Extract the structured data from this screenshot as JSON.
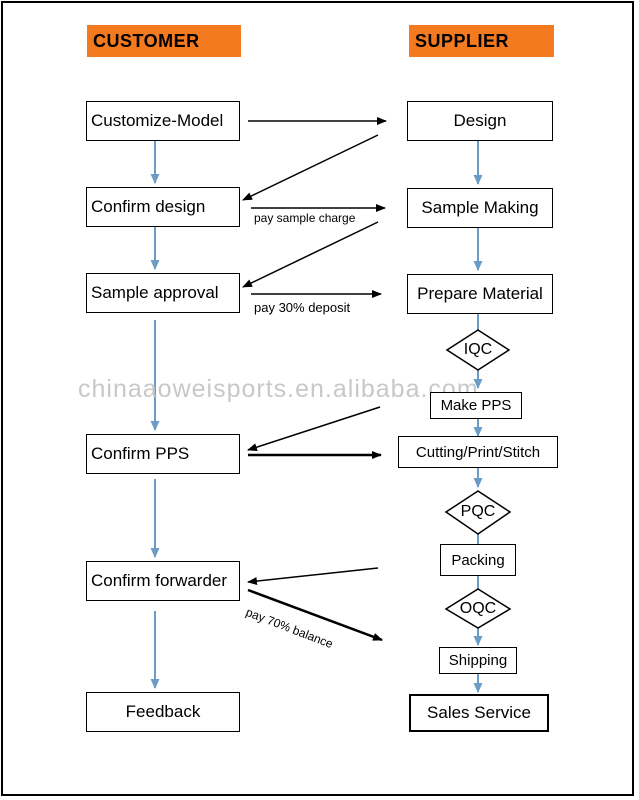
{
  "headers": {
    "customer": "CUSTOMER",
    "supplier": "SUPPLIER"
  },
  "customer_steps": {
    "customize": "Customize-Model",
    "confirm_design": "Confirm design",
    "sample_approval": "Sample approval",
    "confirm_pps": "Confirm PPS",
    "confirm_forwarder": "Confirm forwarder",
    "feedback": "Feedback"
  },
  "supplier_steps": {
    "design": "Design",
    "sample_making": "Sample Making",
    "prepare_material": "Prepare Material",
    "iqc": "IQC",
    "make_pps": "Make PPS",
    "cutting": "Cutting/Print/Stitch",
    "pqc": "PQC",
    "packing": "Packing",
    "oqc": "OQC",
    "shipping": "Shipping",
    "sales_service": "Sales Service"
  },
  "edge_labels": {
    "sample_charge": "pay sample charge",
    "deposit": "pay 30% deposit",
    "balance": "pay 70% balance"
  },
  "watermark": "chinaaoweisports.en.alibaba.com",
  "colors": {
    "header_bg": "#f47a20",
    "flow_arrow": "#6b9cc8",
    "cross_arrow": "#000000"
  }
}
